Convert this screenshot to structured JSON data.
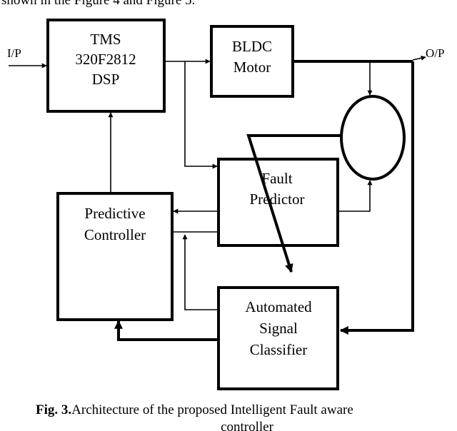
{
  "header_fragment": "shown in the Figure 4 and Figure 5.",
  "diagram": {
    "blocks": {
      "dsp": {
        "lines": [
          "TMS",
          "320F2812",
          "DSP"
        ]
      },
      "motor": {
        "lines": [
          "BLDC",
          "Motor"
        ]
      },
      "fault_predictor": {
        "lines": [
          "Fault",
          "Predictor"
        ]
      },
      "predictive_controller": {
        "lines": [
          "Predictive",
          "Controller"
        ]
      },
      "classifier": {
        "lines": [
          "Automated",
          "Signal",
          "Classifier"
        ]
      }
    },
    "input_label": "I/P",
    "output_label": "O/P"
  },
  "caption": {
    "prefix": "Fig. 3.",
    "text": "Architecture of the proposed Intelligent Fault aware",
    "line2": "controller"
  }
}
